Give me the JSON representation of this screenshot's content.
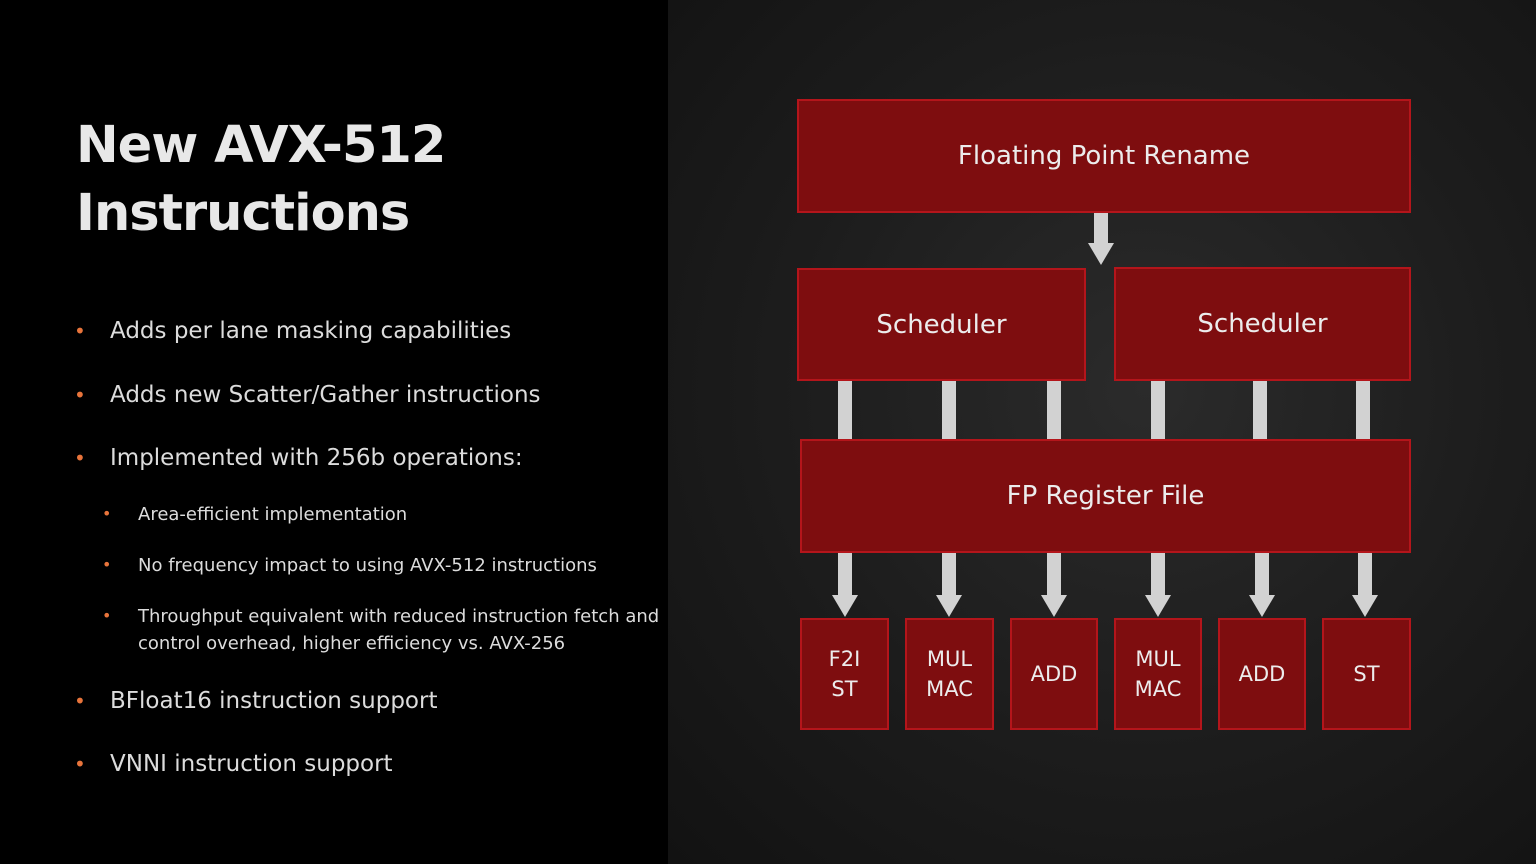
{
  "title": {
    "line1": "New AVX-512",
    "line2": "Instructions"
  },
  "bullets": [
    {
      "text": "Adds per lane masking capabilities",
      "level": 1
    },
    {
      "text": "Adds new Scatter/Gather instructions",
      "level": 1
    },
    {
      "text": "Implemented with 256b operations:",
      "level": 1
    },
    {
      "text": "Area-efficient implementation",
      "level": 2
    },
    {
      "text": "No frequency impact to using AVX-512 instructions",
      "level": 2
    },
    {
      "text": "Throughput equivalent with reduced instruction fetch and\ncontrol overhead, higher efficiency vs. AVX-256",
      "level": 2
    },
    {
      "text": "BFloat16 instruction support",
      "level": 1
    },
    {
      "text": "VNNI instruction support",
      "level": 1
    }
  ],
  "bullet_symbol": "•",
  "diagram": {
    "rename": "Floating Point Rename",
    "scheduler_left": "Scheduler",
    "scheduler_right": "Scheduler",
    "register_file": "FP Register File",
    "units": [
      "F2I\nST",
      "MUL\nMAC",
      "ADD",
      "MUL\nMAC",
      "ADD",
      "ST"
    ]
  },
  "colors": {
    "box_fill": "#7e0d0f",
    "box_border": "#b4151b",
    "arrow": "#d2d2d2",
    "bullet_accent": "#e8743b"
  }
}
